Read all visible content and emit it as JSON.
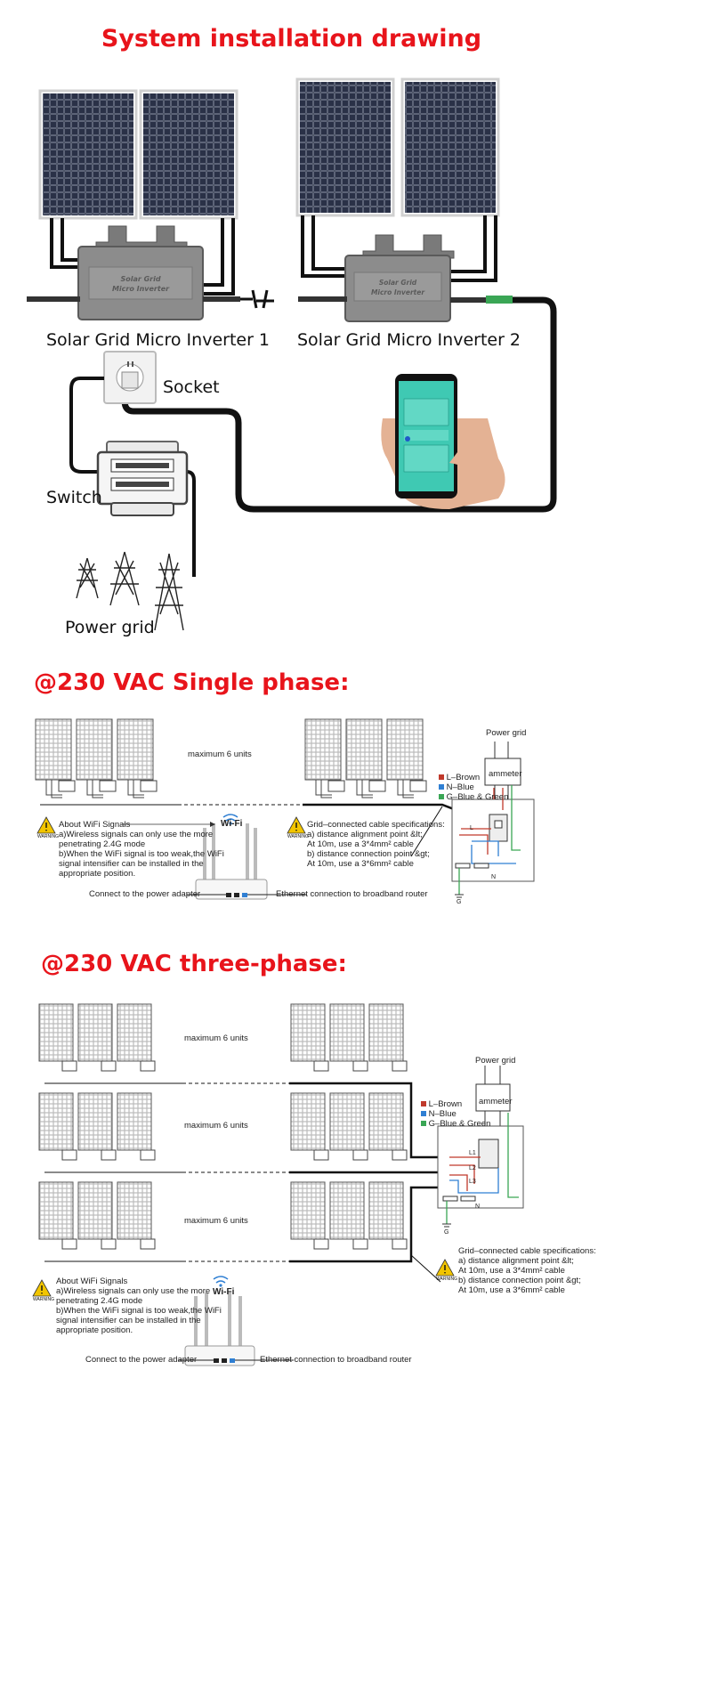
{
  "section1": {
    "title": "System installation drawing",
    "inverter1_label": "Solar Grid Micro Inverter 1",
    "inverter2_label": "Solar Grid Micro Inverter 2",
    "inverter_nameplate_line1": "Solar Grid",
    "inverter_nameplate_line2": "Micro Inverter",
    "socket_label": "Socket",
    "switch_label": "Switch",
    "power_grid_label": "Power grid"
  },
  "section2": {
    "title": "@230 VAC Single phase:",
    "max_units": "maximum 6 units",
    "power_grid": "Power grid",
    "ammeter": "ammeter",
    "legend": [
      "L–Brown",
      "N–Blue",
      "G–Blue & Green"
    ],
    "wifi_label": "Wi-Fi",
    "wifi_notes": [
      "About WiFi Signals",
      "a)Wireless signals can only use the more",
      "penetrating 2.4G mode",
      "b)When the WiFi signal is too weak,the WiFi",
      "signal intensifier can be installed in the",
      "appropriate position."
    ],
    "cable_notes": [
      "Grid–connected cable specifications:",
      "a) distance alignment point &lt;",
      "   At 10m, use a 3*4mm² cable",
      "b) distance connection point &gt;",
      "   At 10m, use a 3*6mm² cable"
    ],
    "warning_label": "WARNING",
    "adapter_label": "Connect to the power adapter",
    "ethernet_label": "Ethernet connection to broadband router",
    "breaker_labels": [
      "L",
      "N",
      "G"
    ]
  },
  "section3": {
    "title": "@230 VAC three-phase:",
    "max_units": [
      "maximum 6 units",
      "maximum 6 units",
      "maximum 6 units"
    ],
    "power_grid": "Power grid",
    "ammeter": "ammeter",
    "legend": [
      "L–Brown",
      "N–Blue",
      "G–Blue & Green"
    ],
    "wifi_label": "Wi-Fi",
    "wifi_notes": [
      "About WiFi Signals",
      "a)Wireless signals can only use the more",
      "penetrating 2.4G mode",
      "b)When the WiFi signal is too weak,the WiFi",
      "signal intensifier can be installed in the",
      "appropriate position."
    ],
    "cable_notes": [
      "Grid–connected cable specifications:",
      "a) distance alignment point &lt;",
      "   At 10m, use a 3*4mm² cable",
      "b) distance connection point &gt;",
      "   At 10m, use a 3*6mm² cable"
    ],
    "warning_label": "WARNING",
    "adapter_label": "Connect to the power adapter",
    "ethernet_label": "Ethernet connection to broadband router",
    "breaker_labels": [
      "L1",
      "L2",
      "L3",
      "N",
      "G"
    ]
  },
  "colors": {
    "title_red": "#e8141b",
    "brown": "#c0392b",
    "blue": "#2f7fd3",
    "green": "#3aa655",
    "panel": "#1a1f2e"
  }
}
